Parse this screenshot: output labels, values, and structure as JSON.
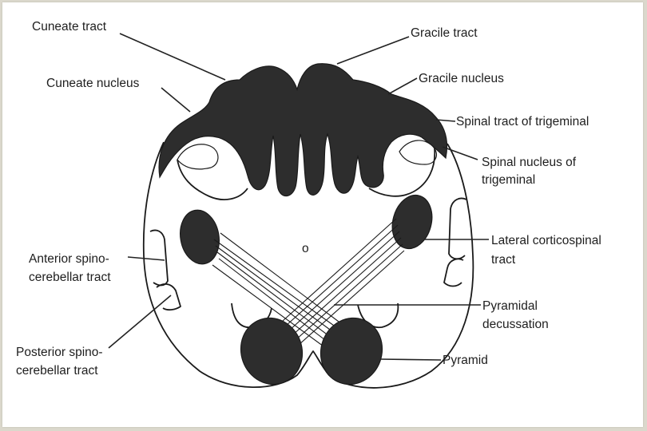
{
  "labels": {
    "cuneate_tract": "Cuneate tract",
    "cuneate_nucleus": "Cuneate nucleus",
    "gracile_tract": "Gracile tract",
    "gracile_nucleus": "Gracile nucleus",
    "spinal_tract_trigeminal": "Spinal tract of trigeminal",
    "spinal_nucleus_line1": "Spinal nucleus of",
    "spinal_nucleus_line2": "trigeminal",
    "lateral_cs_line1": "Lateral corticospinal",
    "lateral_cs_line2": "tract",
    "anterior_sc_line1": "Anterior spino-",
    "anterior_sc_line2": "cerebellar tract",
    "pyramidal_line1": "Pyramidal",
    "pyramidal_line2": "decussation",
    "posterior_sc_line1": "Posterior spino-",
    "posterior_sc_line2": "cerebellar tract",
    "pyramid": "Pyramid",
    "central_canal": "o"
  },
  "colors": {
    "ink": "#1e1e1e",
    "dark_fill": "#2d2d2d",
    "paper": "#ffffff",
    "border": "#dbd8cc"
  }
}
